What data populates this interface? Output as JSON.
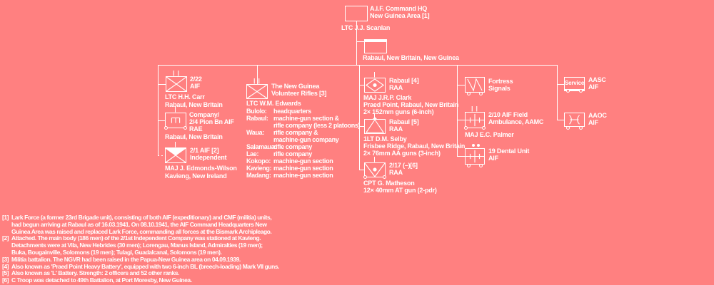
{
  "colors": {
    "background": "#ff8080",
    "line": "#ffffff",
    "text": "#ffffff"
  },
  "header": {
    "hq_name_line1": "A.I.F. Command HQ",
    "hq_name_line2": "New Guinea Area [1]",
    "hq_commander": "LTC  J.J. Scanlan",
    "hq_location": "Rabaul, New Britain, New Guinea"
  },
  "units": {
    "inf_2_22": {
      "echelon": "| |",
      "symbol": "infantry",
      "label1": "2/22",
      "label2": "AIF",
      "commander": "LTC  H.H. Carr",
      "location": "Rabaul, New Britain"
    },
    "pioneer": {
      "echelon": "|",
      "symbol": "engineer",
      "label1": "Company/",
      "label2": "2/4 Pion Bn AIF",
      "label3": "RAE",
      "location": "Rabaul, New Britain"
    },
    "ind_2_1": {
      "echelon": "|",
      "symbol": "independent-company",
      "label1": "2/1 AIF [2]",
      "label2": "Independent",
      "commander": "MAJ  J. Edmonds-Wilson",
      "location": "Kavieng, New Ireland"
    },
    "ngvr": {
      "echelon": "| |",
      "symbol": "infantry",
      "label1": "The New Guinea",
      "label2": "Volunteer Rifles [3]",
      "commander": "LTC  W.M. Edwards",
      "detachments": [
        {
          "place": "Bulolo:",
          "lines": [
            "headquarters"
          ]
        },
        {
          "place": "Rabaul:",
          "lines": [
            "machine-gun section &",
            "rifle company (less 2 platoons)"
          ]
        },
        {
          "place": "Waua:",
          "lines": [
            "rifle company &",
            "machine-gun company"
          ]
        },
        {
          "place": "Salamaua:",
          "lines": [
            "rifle company"
          ]
        },
        {
          "place": "Lae:",
          "lines": [
            "rifle company"
          ]
        },
        {
          "place": "Kokopo:",
          "lines": [
            "machine-gun section"
          ]
        },
        {
          "place": "Kavieng:",
          "lines": [
            "machine-gun section"
          ]
        },
        {
          "place": "Madang:",
          "lines": [
            "machine-gun section"
          ]
        }
      ]
    },
    "coastal": {
      "echelon": "|",
      "symbol": "coastal-artillery",
      "label1": "Rabaul [4]",
      "label2": "RAA",
      "commander": "MAJ  J.R.P. Clark",
      "location": "Praed Point, Rabaul, New Britain",
      "equipment": "2× 152mm guns (6-inch)"
    },
    "aa": {
      "echelon": "|",
      "symbol": "anti-aircraft-artillery",
      "label1": "Rabaul [5]",
      "label2": "RAA",
      "commander": "1LT  D.M. Selby",
      "location": "Frisbee Ridge, Rabaul, New Britain",
      "equipment": "2× 76mm AA guns (3-inch)"
    },
    "at": {
      "echelon": "|",
      "symbol": "anti-tank-artillery",
      "label1": "2/17 (–)[6]",
      "label2": "RAA",
      "commander": "CPT  G. Matheson",
      "equipment": "12× 40mm AT gun (2-pdr)"
    },
    "signals": {
      "symbol": "signals",
      "label1": "Fortress",
      "label2": "Signals"
    },
    "ambulance": {
      "echelon": "| |",
      "symbol": "medical",
      "label1": "2/10 AIF Field",
      "label2": "Ambulance, AAMC",
      "commander": "MAJ  E.C. Palmer"
    },
    "dental": {
      "symbol": "medical",
      "label1": "19 Dental Unit",
      "label2": "AIF"
    },
    "service": {
      "box_text": "Service",
      "label1": "AASC",
      "label2": "AIF"
    },
    "ordnance": {
      "symbol": "ordnance",
      "label1": "AAOC",
      "label2": "AIF"
    }
  },
  "footnotes": [
    {
      "marker": "[1]",
      "lines": [
        "Lark Force (a former 23rd Brigade unit), consisting of both AIF (expeditionary) and CMF (militia) units,",
        "had begun arriving at Rabaul as of 16.03.1941. On 08.10.1941, the AIF Command Headquarters New",
        "Guinea Area was raised and replaced Lark Force, commanding all forces at the Bismark Archipleago."
      ]
    },
    {
      "marker": "[2]",
      "lines": [
        "Attached. The main body (186 men) of the 2/1st Independent Company was stationed at Kavieng.",
        "Detachments were at Vila, New Hebrides (30 men); Lorengau, Manus Island, Admiralties (19 men);",
        "Buka, Bougainville, Solomons (19 men); Tulagi, Guadalcanal, Solomons (19 men)."
      ]
    },
    {
      "marker": "[3]",
      "lines": [
        "Militia battalion. The NGVR had been raised in the Papua-New Guinea area on 04.09.1939."
      ]
    },
    {
      "marker": "[4]",
      "lines": [
        "Also known as 'Praed Point Heavy Battery', equipped with two 6-inch BL (breech-loading) Mark VII guns."
      ]
    },
    {
      "marker": "[5]",
      "lines": [
        "Also known as 'L' Battery. Strength: 2 officers and 52 other ranks."
      ]
    },
    {
      "marker": "[6]",
      "lines": [
        "C Troop was detached to 49th Battalion, at Port Moresby, New Guinea."
      ]
    }
  ]
}
